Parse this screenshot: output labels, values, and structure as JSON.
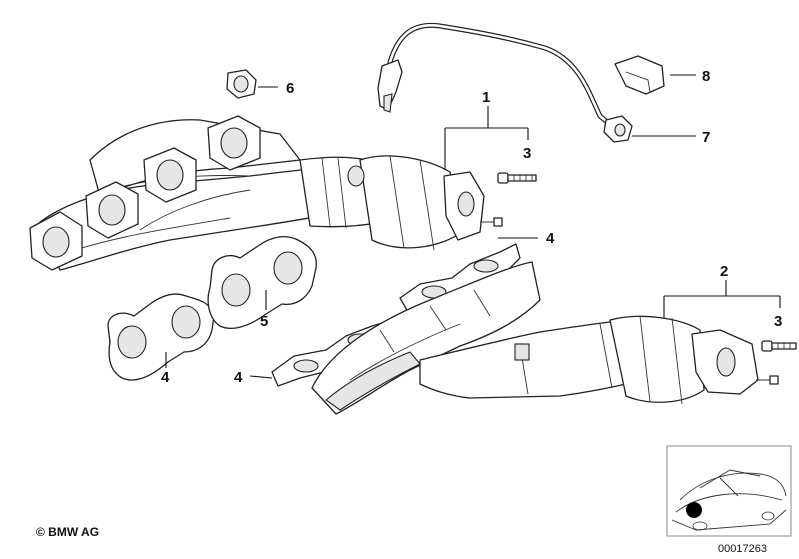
{
  "callouts": {
    "c1": "1",
    "c2": "2",
    "c3a": "3",
    "c3b": "3",
    "c4a": "4",
    "c4b": "4",
    "c4c": "4",
    "c5": "5",
    "c6": "6",
    "c7": "7",
    "c8": "8"
  },
  "copyright": "© BMW AG",
  "document_number": "00017263",
  "colors": {
    "line": "#222222",
    "background": "#ffffff",
    "inset_frame": "#888888"
  }
}
